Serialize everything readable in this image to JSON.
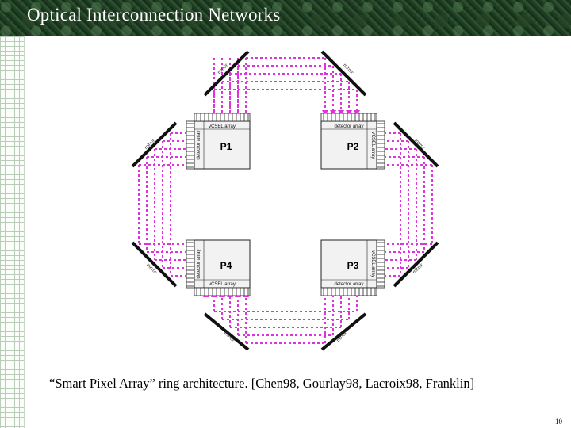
{
  "slide": {
    "title": "Optical Interconnection Networks",
    "caption": "“Smart Pixel Array” ring architecture. [Chen98, Gourlay98, Lacroix98, Franklin]",
    "page_number": "10"
  },
  "diagram": {
    "processors": [
      {
        "id": "p1",
        "label": "P1",
        "top_label": "vCSEL array",
        "side_label": "detector array"
      },
      {
        "id": "p2",
        "label": "P2",
        "top_label": "detector array",
        "side_label": "VCSEL array"
      },
      {
        "id": "p3",
        "label": "P3",
        "top_label": "detector array",
        "side_label": "vCSEL array"
      },
      {
        "id": "p4",
        "label": "P4",
        "top_label": "vCSEL array",
        "side_label": "detector array"
      }
    ],
    "mirror_label": "mirror",
    "colors": {
      "link": "#dd33dd",
      "mirror": "#111111",
      "chip": "#f2f2f2"
    }
  }
}
